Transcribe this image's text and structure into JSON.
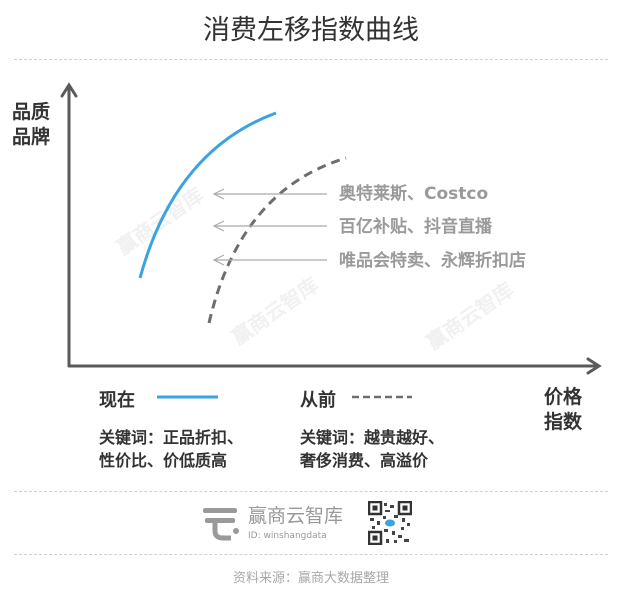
{
  "title": "消费左移指数曲线",
  "axes": {
    "y_label": [
      "品质",
      "品牌"
    ],
    "x_label": [
      "价格",
      "指数"
    ]
  },
  "stores": [
    "奥特莱斯、Costco",
    "百亿补贴、抖音直播",
    "唯品会特卖、永辉折扣店"
  ],
  "legend": {
    "now": {
      "label": "现在",
      "keywords": [
        "关键词：正品折扣、",
        "性价比、价低质高"
      ],
      "color": "#3aa3e0"
    },
    "before": {
      "label": "从前",
      "keywords": [
        "关键词：越贵越好、",
        "奢侈消费、高溢价"
      ],
      "color": "#6e6e6e"
    }
  },
  "watermark": "赢商云智库",
  "brand": {
    "name": "赢商云智库",
    "id": "ID: winshangdata"
  },
  "source": "资料来源：赢商大数据整理"
}
